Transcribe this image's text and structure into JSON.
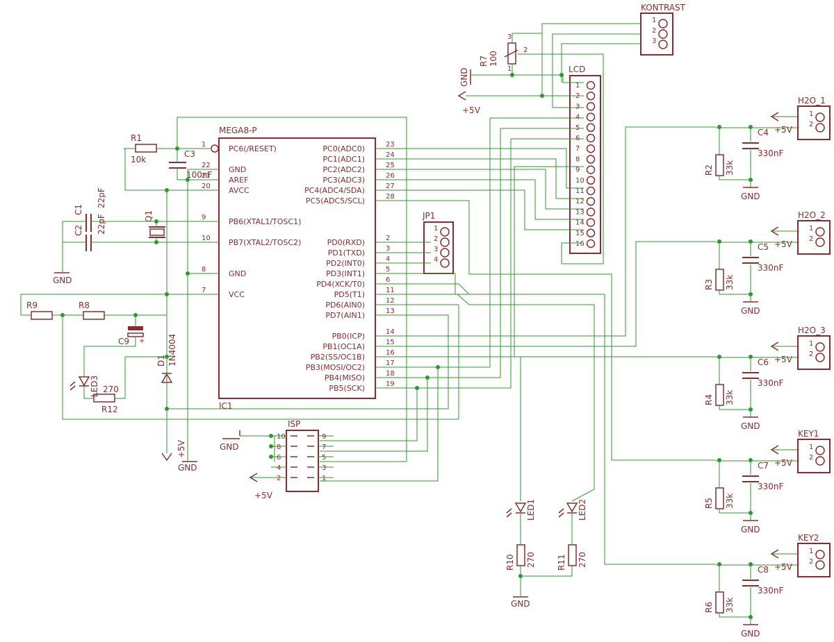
{
  "ic1": {
    "name": "IC1",
    "value": "MEGA8-P",
    "left_pins": [
      {
        "num": "1",
        "name": "PC6(/RESET)"
      },
      {
        "num": "22",
        "name": "GND"
      },
      {
        "num": "21",
        "name": "AREF"
      },
      {
        "num": "20",
        "name": "AVCC"
      },
      {
        "num": "9",
        "name": "PB6(XTAL1/TOSC1)"
      },
      {
        "num": "10",
        "name": "PB7(XTAL2/TOSC2)"
      },
      {
        "num": "8",
        "name": "GND"
      },
      {
        "num": "7",
        "name": "VCC"
      }
    ],
    "right_pins": [
      {
        "num": "23",
        "name": "PC0(ADC0)"
      },
      {
        "num": "24",
        "name": "PC1(ADC1)"
      },
      {
        "num": "25",
        "name": "PC2(ADC2)"
      },
      {
        "num": "26",
        "name": "PC3(ADC3)"
      },
      {
        "num": "27",
        "name": "PC4(ADC4/SDA)"
      },
      {
        "num": "28",
        "name": "PC5(ADC5/SCL)"
      },
      {
        "num": "2",
        "name": "PD0(RXD)"
      },
      {
        "num": "3",
        "name": "PD1(TXD)"
      },
      {
        "num": "4",
        "name": "PD2(INT0)"
      },
      {
        "num": "5",
        "name": "PD3(INT1)"
      },
      {
        "num": "6",
        "name": "PD4(XCK/T0)"
      },
      {
        "num": "11",
        "name": "PD5(T1)"
      },
      {
        "num": "12",
        "name": "PD6(AIN0)"
      },
      {
        "num": "13",
        "name": "PD7(AIN1)"
      },
      {
        "num": "14",
        "name": "PB0(ICP)"
      },
      {
        "num": "15",
        "name": "PB1(OC1A)"
      },
      {
        "num": "16",
        "name": "PB2(SS/OC1B)"
      },
      {
        "num": "17",
        "name": "PB3(MOSI/OC2)"
      },
      {
        "num": "18",
        "name": "PB4(MISO)"
      },
      {
        "num": "19",
        "name": "PB5(SCK)"
      }
    ]
  },
  "lcd": {
    "name": "LCD",
    "pins": [
      "1",
      "2",
      "3",
      "4",
      "5",
      "6",
      "7",
      "8",
      "9",
      "10",
      "11",
      "12",
      "13",
      "14",
      "15",
      "16"
    ]
  },
  "kontrast": {
    "name": "KONTRAST",
    "pins": [
      "1",
      "2",
      "3"
    ]
  },
  "jp1": {
    "name": "JP1",
    "pins": [
      "1",
      "2",
      "3",
      "4"
    ]
  },
  "isp": {
    "name": "ISP",
    "left_pins": [
      "10",
      "8",
      "6",
      "4",
      "2"
    ],
    "right_pins": [
      "9",
      "7",
      "5",
      "3",
      "1"
    ]
  },
  "sensors": [
    {
      "connector": "H2O_1",
      "resistor": "R2",
      "res_value": "33k",
      "capacitor": "C4",
      "cap_value": "330nF",
      "supply": "+5V",
      "ground": "GND"
    },
    {
      "connector": "H2O_2",
      "resistor": "R3",
      "res_value": "33k",
      "capacitor": "C5",
      "cap_value": "330nF",
      "supply": "+5V",
      "ground": "GND"
    },
    {
      "connector": "H2O_3",
      "resistor": "R4",
      "res_value": "33k",
      "capacitor": "C6",
      "cap_value": "330nF",
      "supply": "+5V",
      "ground": "GND"
    },
    {
      "connector": "KEY1",
      "resistor": "R5",
      "res_value": "33k",
      "capacitor": "C7",
      "cap_value": "330nF",
      "supply": "+5V",
      "ground": "GND"
    },
    {
      "connector": "KEY2",
      "resistor": "R6",
      "res_value": "33k",
      "capacitor": "C8",
      "cap_value": "330nF",
      "supply": "+5V",
      "ground": "GND"
    }
  ],
  "parts": {
    "r1": {
      "name": "R1",
      "value": "10k"
    },
    "c3": {
      "name": "C3",
      "value": "100nF"
    },
    "c1": {
      "name": "C1",
      "value": "22pF"
    },
    "c2": {
      "name": "C2",
      "value": "22pF"
    },
    "q1": {
      "name": "Q1"
    },
    "r7": {
      "name": "R7",
      "value": "100",
      "pin1": "1",
      "pin2": "2",
      "pin3": "3"
    },
    "r9": {
      "name": "R9"
    },
    "r8": {
      "name": "R8"
    },
    "c9": {
      "name": "C9"
    },
    "d1": {
      "name": "D1",
      "value": "1N4004"
    },
    "led3": {
      "name": "LED3"
    },
    "r12": {
      "name": "R12",
      "value": "270"
    },
    "led1": {
      "name": "LED1"
    },
    "led2": {
      "name": "LED2"
    },
    "r10": {
      "name": "R10",
      "value": "270"
    },
    "r11": {
      "name": "R11",
      "value": "270"
    }
  },
  "power_labels": {
    "gnd": "GND",
    "vcc": "+5V",
    "plus": "+"
  }
}
